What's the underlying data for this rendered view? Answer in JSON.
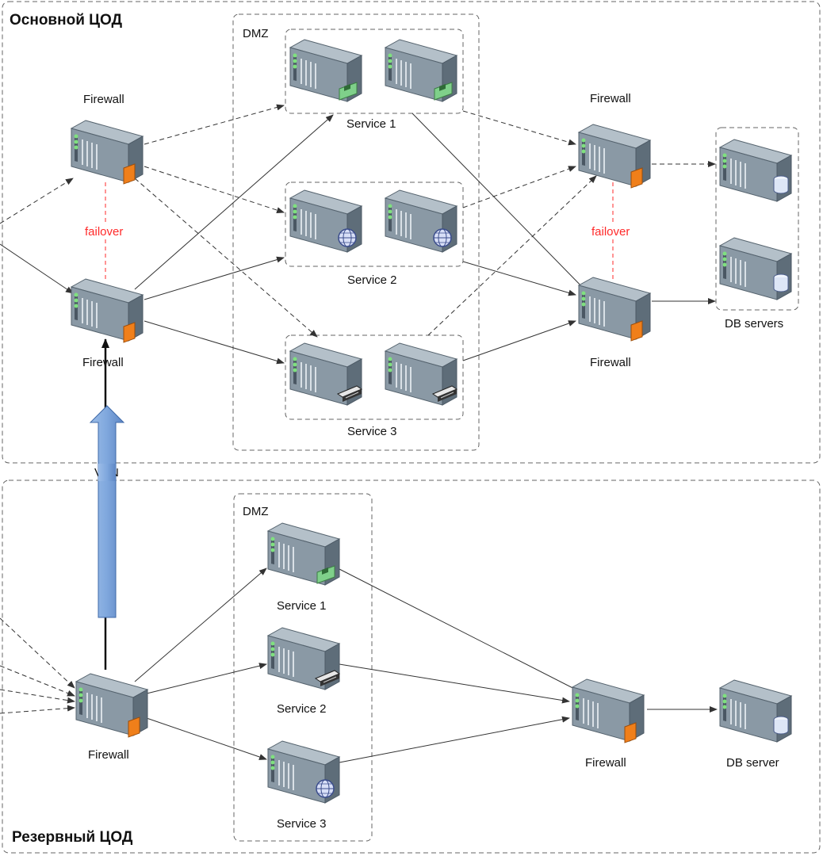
{
  "colors": {
    "failover": "#ff2a2a",
    "vpn_arrow": "#7fa7dd",
    "server_body": "#6f7f8b",
    "firewall_badge": "#f07f1a"
  },
  "primary": {
    "title": "Основной ЦОД",
    "dmz_label": "DMZ",
    "left_firewall_top_label": "Firewall",
    "left_firewall_bottom_label": "Firewall",
    "right_firewall_top_label": "Firewall",
    "right_firewall_bottom_label": "Firewall",
    "left_failover_label": "failover",
    "right_failover_label": "failover",
    "service1_label": "Service 1",
    "service2_label": "Service 2",
    "service3_label": "Service 3",
    "db_label": "DB servers"
  },
  "vpn_label": "VPN",
  "reserve": {
    "title": "Резервный ЦОД",
    "dmz_label": "DMZ",
    "firewall_left_label": "Firewall",
    "firewall_right_label": "Firewall",
    "service1_label": "Service 1",
    "service2_label": "Service 2",
    "service3_label": "Service 3",
    "db_label": "DB server"
  },
  "icons": {
    "firewall": "firewall-server-icon",
    "service_card": "network-card-server-icon",
    "service_web": "globe-server-icon",
    "service_drive": "drive-server-icon",
    "database": "database-server-icon"
  }
}
